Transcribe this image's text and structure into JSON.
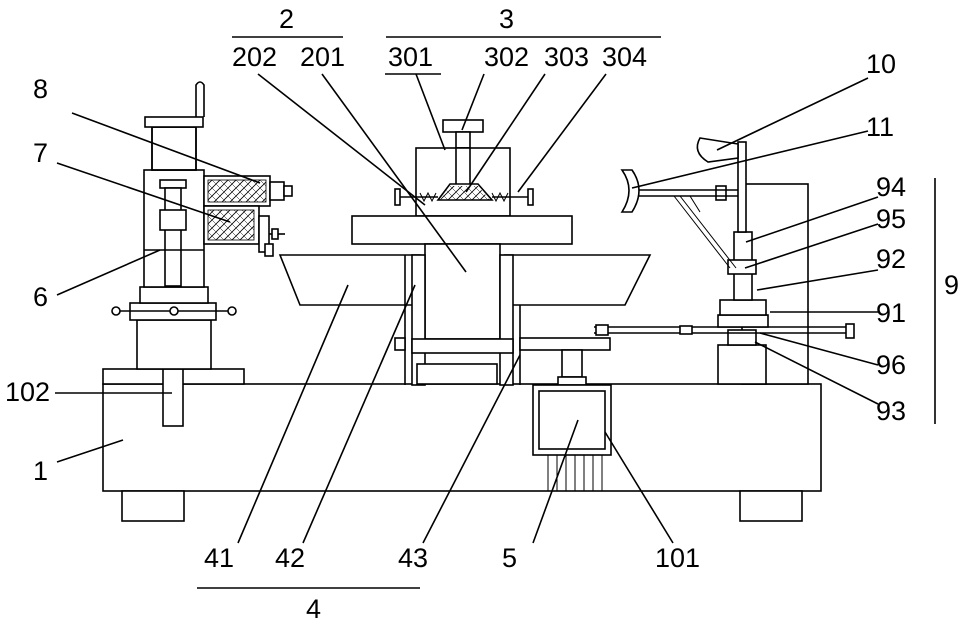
{
  "labels": {
    "l1": "1",
    "l2": "2",
    "l3": "3",
    "l4": "4",
    "l5": "5",
    "l6": "6",
    "l7": "7",
    "l8": "8",
    "l9": "9",
    "l10": "10",
    "l11": "11",
    "l41": "41",
    "l42": "42",
    "l43": "43",
    "l91": "91",
    "l92": "92",
    "l93": "93",
    "l94": "94",
    "l95": "95",
    "l96": "96",
    "l101": "101",
    "l102": "102",
    "l201": "201",
    "l202": "202",
    "l301": "301",
    "l302": "302",
    "l303": "303",
    "l304": "304"
  }
}
